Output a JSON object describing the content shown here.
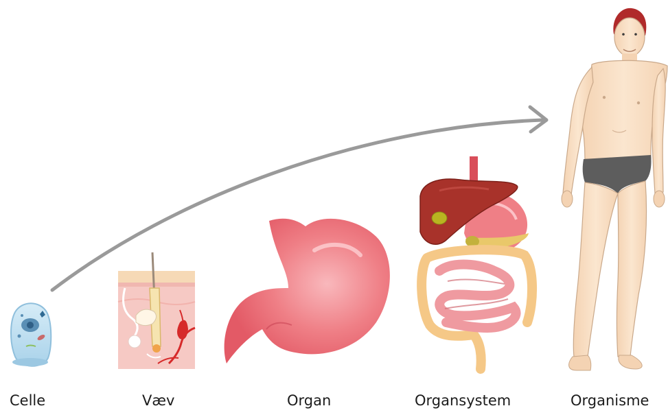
{
  "stages": [
    {
      "key": "cell",
      "label": "Celle"
    },
    {
      "key": "tissue",
      "label": "Væv"
    },
    {
      "key": "organ",
      "label": "Organ"
    },
    {
      "key": "organ-system",
      "label": "Organsystem"
    },
    {
      "key": "organism",
      "label": "Organisme"
    }
  ],
  "colors": {
    "arrow": "#9a9a9a",
    "skin": "#f7dcc0",
    "hair": "#b02a2a",
    "underwear": "#5d5d5d",
    "stomach": "#ef7f86",
    "liver": "#a8322a",
    "intestine": "#ef9aa0",
    "colon": "#f5c887",
    "cell": "#b9dcef"
  }
}
